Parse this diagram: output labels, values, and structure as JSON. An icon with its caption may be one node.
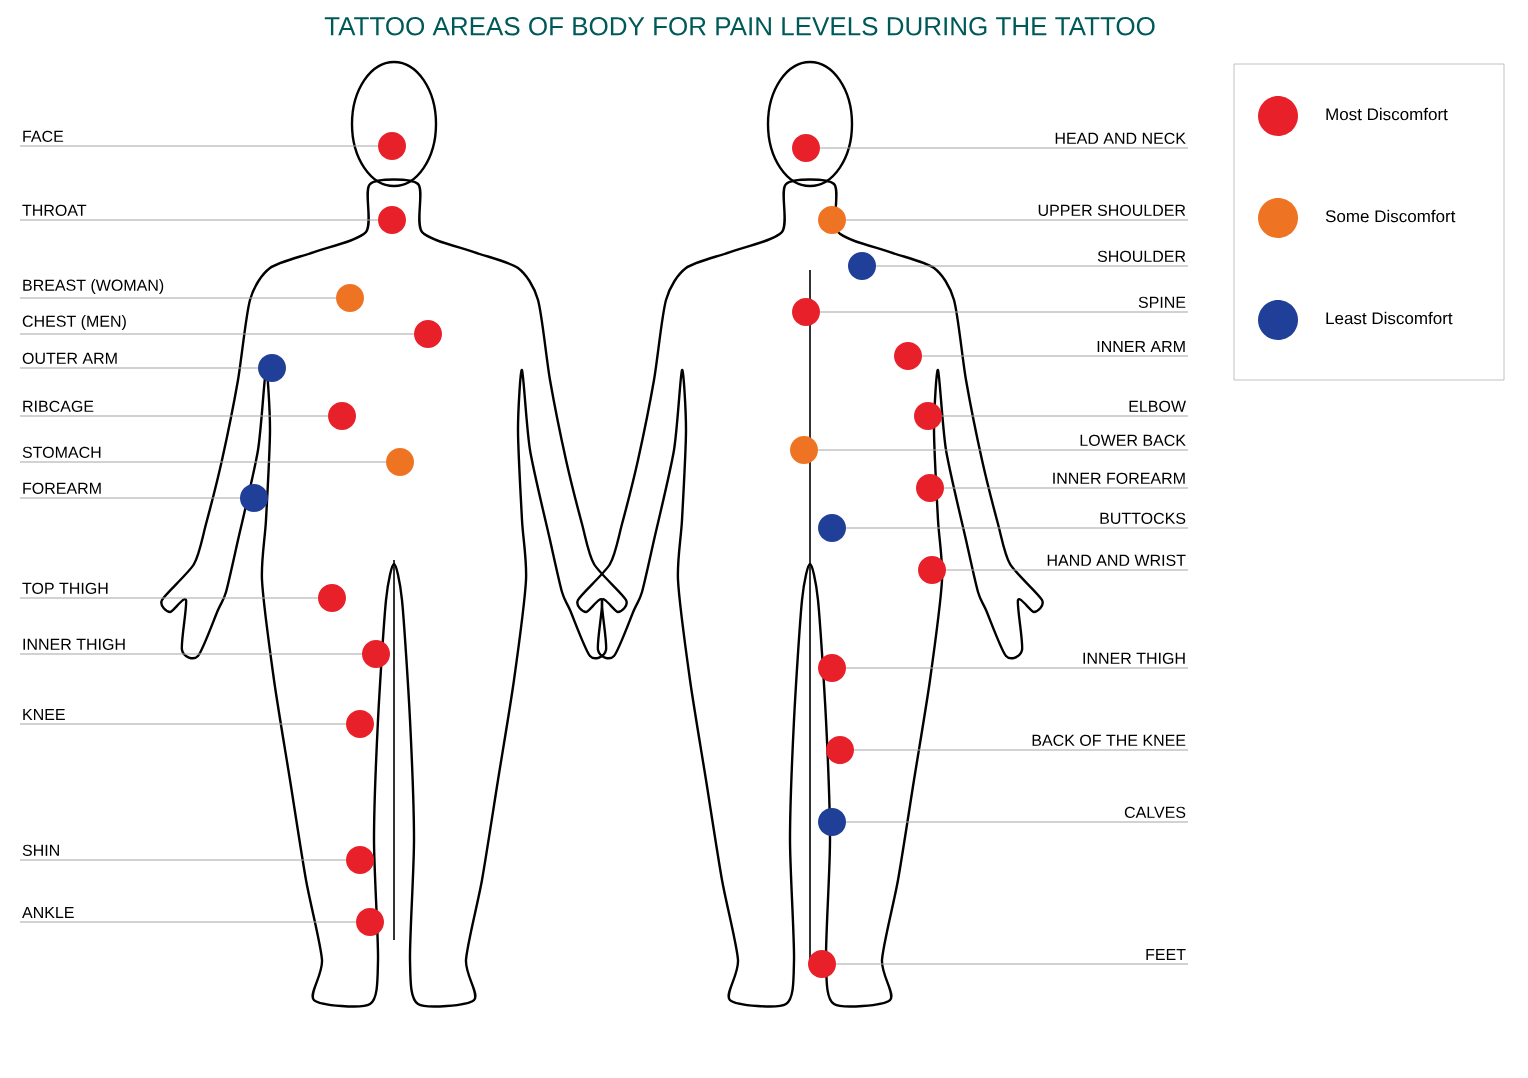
{
  "diagram": {
    "title": "TATTOO AREAS OF BODY FOR PAIN LEVELS DURING THE TATTOO",
    "nodes": [
      {
        "text": [
          "FACE"
        ]
      },
      {
        "text": [],
        "shape": "circle"
      },
      {
        "text": [
          "THROAT"
        ]
      },
      {
        "text": [],
        "shape": "circle"
      },
      {
        "text": [
          "BREAST (WOMAN)"
        ]
      },
      {
        "text": [],
        "shape": "circle"
      },
      {
        "text": [
          "CHEST (MEN)"
        ]
      },
      {
        "text": [],
        "shape": "circle"
      },
      {
        "text": [
          "OUTER ARM"
        ]
      },
      {
        "text": [],
        "shape": "circle"
      },
      {
        "text": [
          "RIBCAGE"
        ]
      },
      {
        "text": [],
        "shape": "circle"
      },
      {
        "text": [
          "STOMACH"
        ]
      },
      {
        "text": [],
        "shape": "circle"
      },
      {
        "text": [
          "FOREARM"
        ]
      },
      {
        "text": [],
        "shape": "circle"
      },
      {
        "text": [
          "TOP THIGH"
        ]
      },
      {
        "text": [],
        "shape": "circle"
      },
      {
        "text": [
          "INNER THIGH"
        ]
      },
      {
        "text": [],
        "shape": "circle"
      },
      {
        "text": [
          "KNEE"
        ]
      },
      {
        "text": [],
        "shape": "circle"
      },
      {
        "text": [
          "SHIN"
        ]
      },
      {
        "text": [],
        "shape": "circle"
      },
      {
        "text": [
          "ANKLE"
        ]
      },
      {
        "text": [],
        "shape": "circle"
      },
      {
        "text": [
          "HEAD AND NECK"
        ]
      },
      {
        "text": [],
        "shape": "circle"
      },
      {
        "text": [
          "UPPER SHOULDER"
        ]
      },
      {
        "text": [],
        "shape": "circle"
      },
      {
        "text": [
          "SHOULDER"
        ]
      },
      {
        "text": [],
        "shape": "circle"
      },
      {
        "text": [
          "SPINE"
        ]
      },
      {
        "text": [],
        "shape": "circle"
      },
      {
        "text": [
          "INNER ARM"
        ]
      },
      {
        "text": [],
        "shape": "circle"
      },
      {
        "text": [
          "ELBOW"
        ]
      },
      {
        "text": [],
        "shape": "circle"
      },
      {
        "text": [
          "LOWER BACK"
        ]
      },
      {
        "text": [],
        "shape": "circle"
      },
      {
        "text": [
          "INNER FOREARM"
        ]
      },
      {
        "text": [],
        "shape": "circle"
      },
      {
        "text": [
          "BUTTOCKS"
        ]
      },
      {
        "text": [],
        "shape": "circle"
      },
      {
        "text": [
          "HAND AND WRIST"
        ]
      },
      {
        "text": [],
        "shape": "circle"
      },
      {
        "text": [
          "INNER THIGH"
        ]
      },
      {
        "text": [],
        "shape": "circle"
      },
      {
        "text": [
          "BACK OF THE KNEE"
        ]
      },
      {
        "text": [],
        "shape": "circle"
      },
      {
        "text": [
          "CALVES"
        ]
      },
      {
        "text": [],
        "shape": "circle"
      },
      {
        "text": [
          "FEET"
        ]
      },
      {
        "text": [],
        "shape": "circle"
      }
    ],
    "edges": [
      {
        "from": 0,
        "to": 1,
        "arrow": "none"
      },
      {
        "from": 2,
        "to": 3,
        "arrow": "none"
      },
      {
        "from": 4,
        "to": 5,
        "arrow": "none"
      },
      {
        "from": 6,
        "to": 7,
        "arrow": "none"
      },
      {
        "from": 8,
        "to": 9,
        "arrow": "none"
      },
      {
        "from": 10,
        "to": 11,
        "arrow": "none"
      },
      {
        "from": 12,
        "to": 13,
        "arrow": "none"
      },
      {
        "from": 14,
        "to": 15,
        "arrow": "none"
      },
      {
        "from": 16,
        "to": 17,
        "arrow": "none"
      },
      {
        "from": 18,
        "to": 19,
        "arrow": "none"
      },
      {
        "from": 20,
        "to": 21,
        "arrow": "none"
      },
      {
        "from": 22,
        "to": 23,
        "arrow": "none"
      },
      {
        "from": 24,
        "to": 25,
        "arrow": "none"
      },
      {
        "from": 26,
        "to": 27,
        "arrow": "none"
      },
      {
        "from": 28,
        "to": 29,
        "arrow": "none"
      },
      {
        "from": 30,
        "to": 31,
        "arrow": "none"
      },
      {
        "from": 32,
        "to": 33,
        "arrow": "none"
      },
      {
        "from": 34,
        "to": 35,
        "arrow": "none"
      },
      {
        "from": 36,
        "to": 37,
        "arrow": "none"
      },
      {
        "from": 38,
        "to": 39,
        "arrow": "none"
      },
      {
        "from": 40,
        "to": 41,
        "arrow": "none"
      },
      {
        "from": 42,
        "to": 43,
        "arrow": "none"
      },
      {
        "from": 44,
        "to": 45,
        "arrow": "none"
      },
      {
        "from": 46,
        "to": 47,
        "arrow": "none"
      },
      {
        "from": 48,
        "to": 49,
        "arrow": "none"
      },
      {
        "from": 50,
        "to": 51,
        "arrow": "none"
      },
      {
        "from": 52,
        "to": 53,
        "arrow": "none"
      }
    ],
    "legend": [
      {
        "text": "Most Discomfort",
        "color": "#e8202a"
      },
      {
        "text": "Some Discomfort",
        "color": "#ee7423"
      },
      {
        "text": "Least Discomfort",
        "color": "#1f3f98"
      }
    ]
  }
}
